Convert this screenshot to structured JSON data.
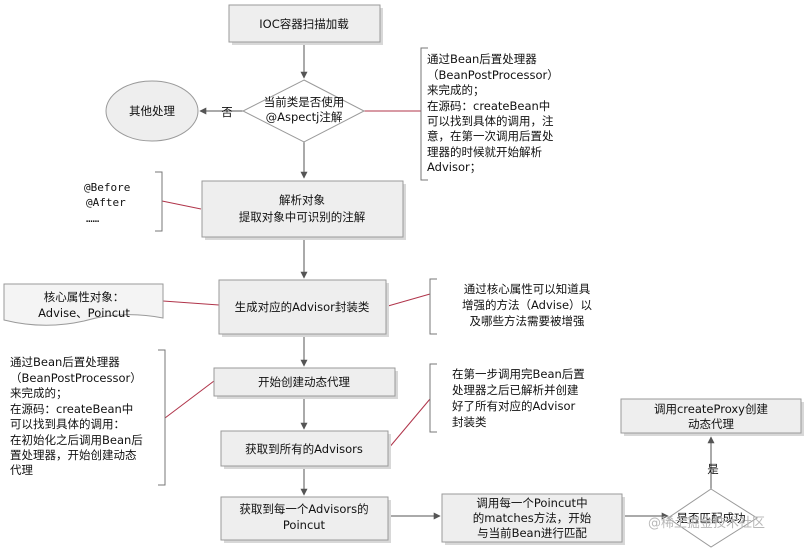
{
  "nodes": {
    "ioc_scan": "IOC容器扫描加载",
    "aspectj_check": [
      "当前类是否使用",
      "@Aspectj注解"
    ],
    "other_handling": "其他处理",
    "parse_object": [
      "解析对象",
      "提取对象中可识别的注解"
    ],
    "generate_advisor": "生成对应的Advisor封装类",
    "start_proxy": "开始创建动态代理",
    "get_advisors": "获取到所有的Advisors",
    "get_pointcut": [
      "获取到每一个Advisors的",
      "Poincut"
    ],
    "call_matches": [
      "调用每一个Poincut中",
      "的matches方法，开始",
      "与当前Bean进行匹配"
    ],
    "match_success": "是否匹配成功",
    "create_proxy": [
      "调用createProxy创建",
      "动态代理"
    ]
  },
  "edge_labels": {
    "no": "否",
    "yes": "是"
  },
  "notes": {
    "note_top_right": [
      "通过Bean后置处理器",
      "（BeanPostProcessor）",
      "来完成的；",
      "在源码：createBean中",
      "可以找到具体的调用，注",
      "意，在第一次调用后置处",
      "理器的时候就开始解析",
      "Advisor；"
    ],
    "note_annotations": [
      "@Before",
      "@After",
      "……"
    ],
    "note_core_props": [
      "核心属性对象：",
      "Advise、Poincut"
    ],
    "note_advise": [
      "通过核心属性可以知道具",
      "增强的方法（Advise）以",
      "及哪些方法需要被增强"
    ],
    "note_left_bottom": [
      "通过Bean后置处理器",
      "（BeanPostProcessor）",
      "来完成的；",
      "在源码：createBean中",
      "可以找到具体的调用：",
      "在初始化之后调用Bean后",
      "置处理器，开始创建动态",
      "代理"
    ],
    "note_first_step": [
      "在第一步调用完Bean后置",
      "处理器之后已解析并创建",
      "好了所有对应的Advisor",
      "封装类"
    ]
  },
  "watermark": "@稀土掘金技术社区",
  "colors": {
    "box_fill": "#eeeeee",
    "box_stroke": "#9a9a9a",
    "flow_line": "#555555",
    "note_link": "#b0344a"
  }
}
